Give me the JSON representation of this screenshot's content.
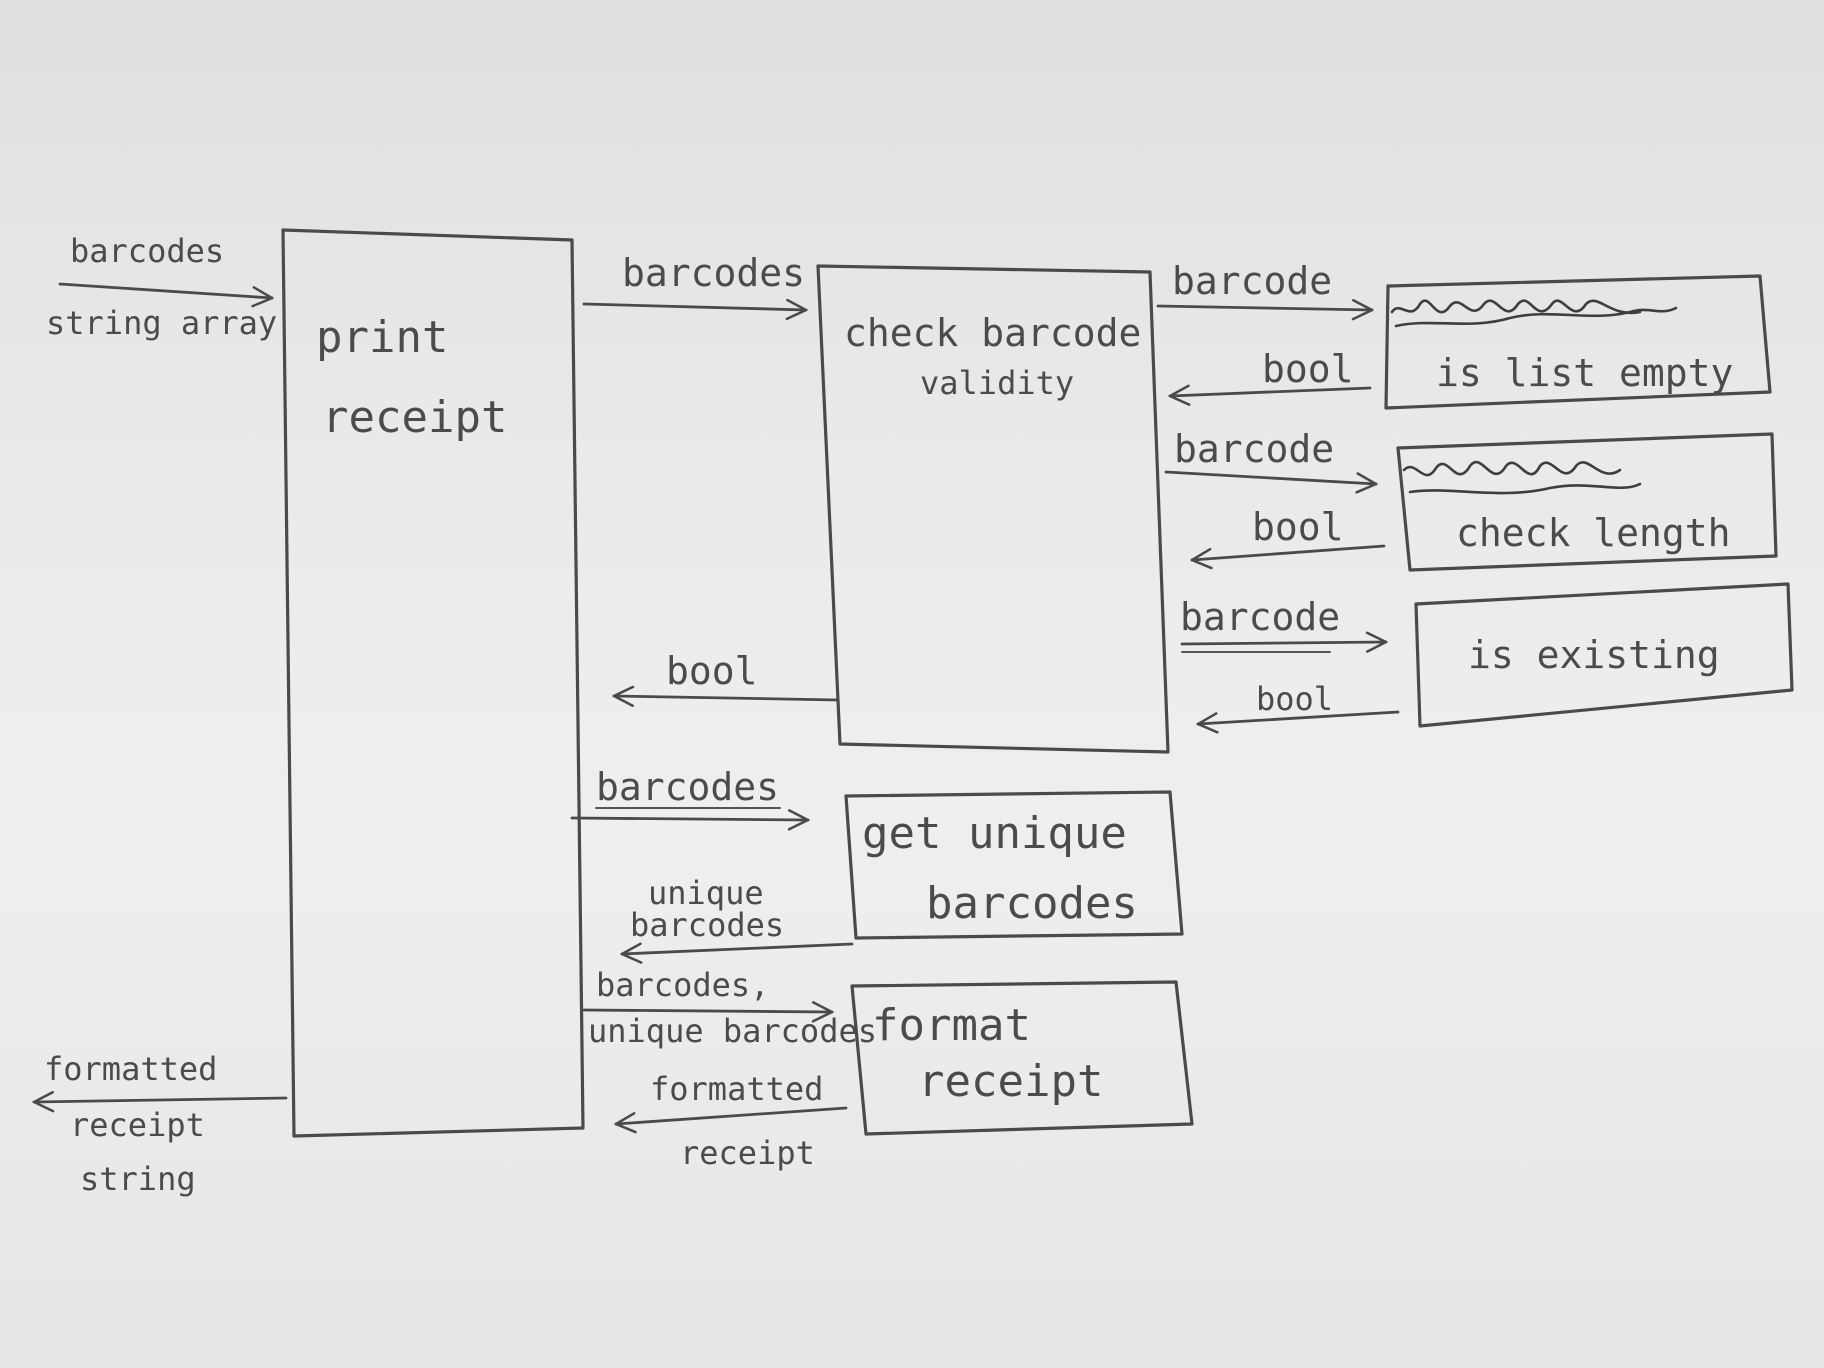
{
  "boxes": {
    "print_receipt": [
      "print",
      "receipt"
    ],
    "check_barcode_validity": [
      "check barcode",
      "validity"
    ],
    "is_list_empty": "is list empty",
    "check_length": "check length",
    "is_existing": "is existing",
    "get_unique_barcodes": [
      "get unique",
      "barcodes"
    ],
    "format_receipt": [
      "format",
      "receipt"
    ]
  },
  "arrows": {
    "input_top": "barcodes",
    "input_bottom": "string array",
    "output_lines": [
      "formatted",
      "receipt",
      "string"
    ],
    "to_validity": "barcodes",
    "validity_return": "bool",
    "to_empty": "barcode",
    "from_empty": "bool",
    "to_length": "barcode",
    "from_length": "bool",
    "to_existing": "barcode",
    "from_existing": "bool",
    "to_unique": "barcodes",
    "from_unique": [
      "unique",
      "barcodes"
    ],
    "to_format": [
      "barcodes,",
      "unique barcodes"
    ],
    "from_format": [
      "formatted",
      "receipt"
    ]
  }
}
